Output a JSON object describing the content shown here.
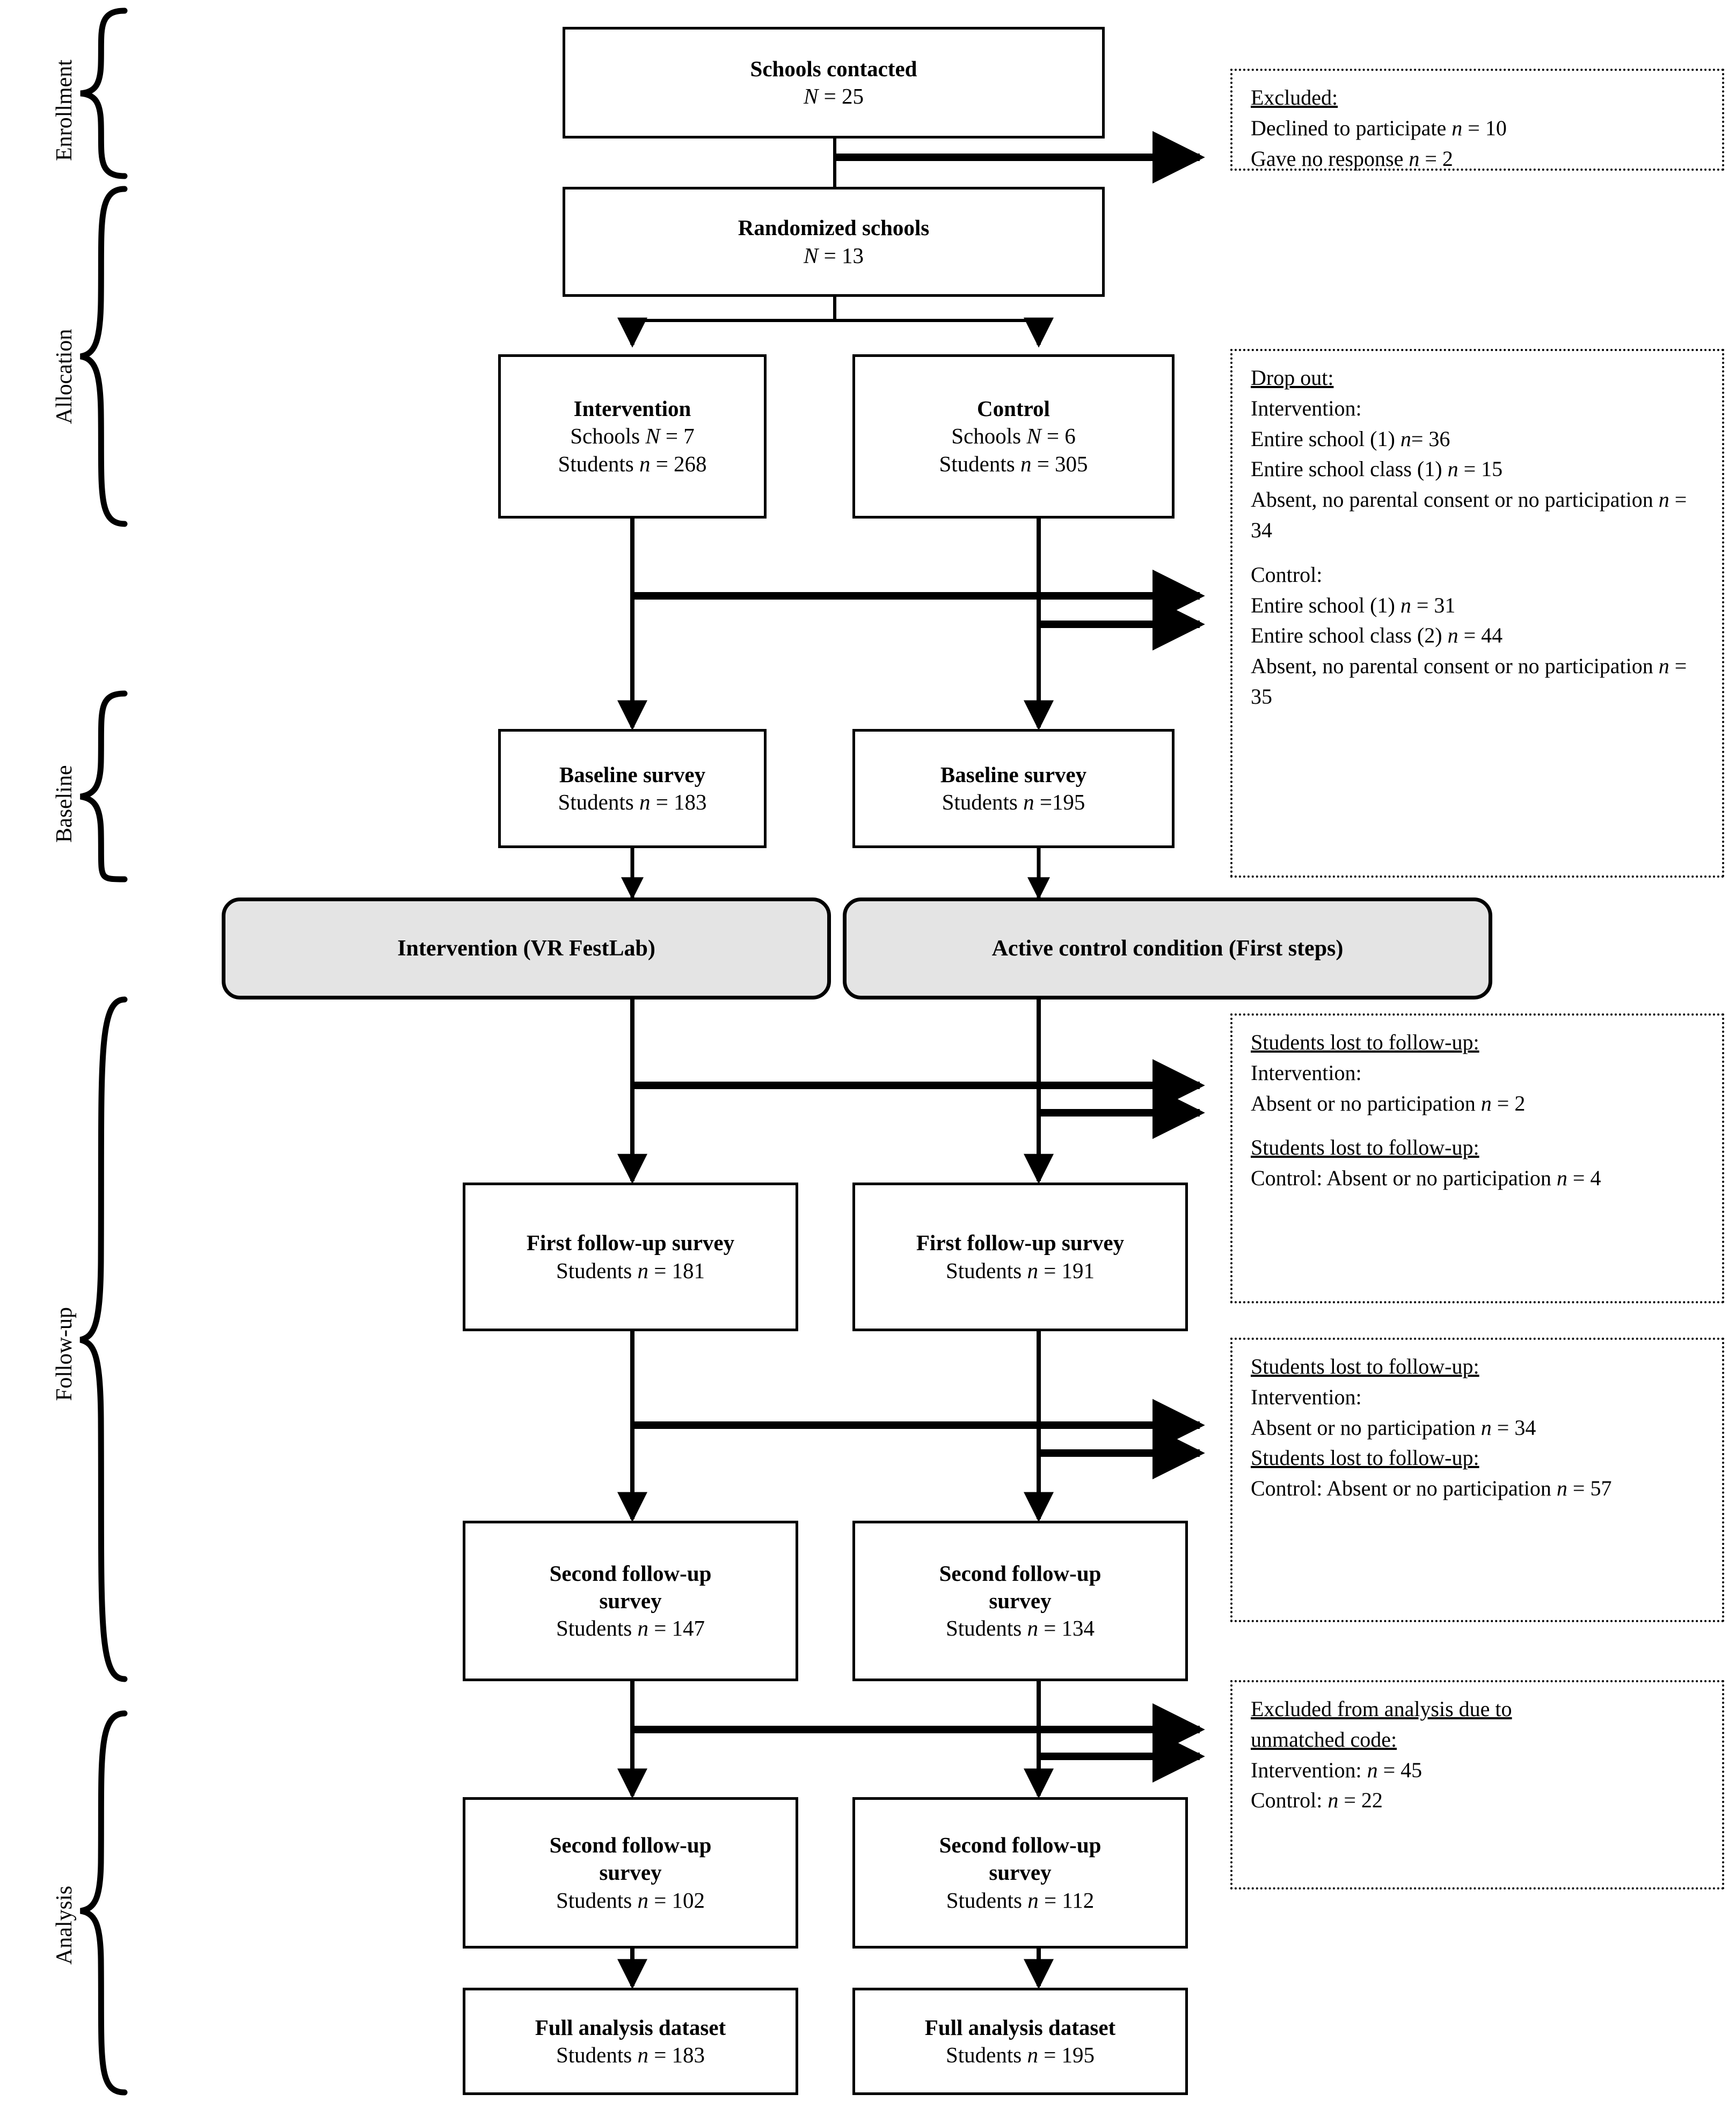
{
  "diagram": {
    "kind": "CONSORT participant flow diagram",
    "stages": [
      {
        "id": "enrollment",
        "label": "Enrollment"
      },
      {
        "id": "allocation",
        "label": "Allocation"
      },
      {
        "id": "baseline",
        "label": "Baseline"
      },
      {
        "id": "followup",
        "label": "Follow-up"
      },
      {
        "id": "analysis",
        "label": "Analysis"
      }
    ],
    "nodes": {
      "schools_contacted": {
        "title": "Schools contacted",
        "line2_label": "N",
        "line2_value": "= 25"
      },
      "randomized_schools": {
        "title": "Randomized schools",
        "line2_label": "N",
        "line2_value": "= 13"
      },
      "intervention_alloc": {
        "title": "Intervention",
        "line2_pre": "Schools ",
        "line2_label": "N",
        "line2_value": "= 7",
        "line3_pre": "Students ",
        "line3_label": "n",
        "line3_value": "= 268"
      },
      "control_alloc": {
        "title": "Control",
        "line2_pre": "Schools ",
        "line2_label": "N",
        "line2_value": "= 6",
        "line3_pre": "Students ",
        "line3_label": "n",
        "line3_value": "= 305"
      },
      "baseline_int": {
        "title": "Baseline survey",
        "line2_pre": "Students ",
        "line2_label": "n",
        "line2_value": "= 183"
      },
      "baseline_ctl": {
        "title": "Baseline survey",
        "line2_pre": "Students ",
        "line2_label": "n",
        "line2_value": "=195"
      },
      "intervention_vr": {
        "title": "Intervention (VR FestLab)"
      },
      "active_control": {
        "title": "Active control condition (First steps)"
      },
      "fu1_int": {
        "title": "First follow-up survey",
        "line2_pre": "Students ",
        "line2_label": "n",
        "line2_value": "= 181"
      },
      "fu1_ctl": {
        "title": "First follow-up survey",
        "line2_pre": "Students ",
        "line2_label": "n",
        "line2_value": "= 191"
      },
      "fu2_int": {
        "title": "Second follow-up",
        "title2": "survey",
        "line2_pre": "Students ",
        "line2_label": "n",
        "line2_value": "= 147"
      },
      "fu2_ctl": {
        "title": "Second follow-up",
        "title2": "survey",
        "line2_pre": "Students ",
        "line2_label": "n",
        "line2_value": "= 134"
      },
      "fu2b_int": {
        "title": "Second follow-up",
        "title2": "survey",
        "line2_pre": "Students ",
        "line2_label": "n",
        "line2_value": "= 102"
      },
      "fu2b_ctl": {
        "title": "Second follow-up",
        "title2": "survey",
        "line2_pre": "Students ",
        "line2_label": "n",
        "line2_value": "= 112"
      },
      "fad_int": {
        "title": "Full analysis dataset",
        "line2_pre": "Students ",
        "line2_label": "n",
        "line2_value": "= 183"
      },
      "fad_ctl": {
        "title": "Full analysis dataset",
        "line2_pre": "Students ",
        "line2_label": "n",
        "line2_value": "= 195"
      }
    },
    "sideboxes": {
      "excluded": {
        "heading": "Excluded:",
        "lines": [
          "Declined to participate n = 10",
          "Gave no response n = 2"
        ]
      },
      "dropout": {
        "heading": "Drop out:",
        "lines": [
          "Intervention:",
          "Entire school (1) n= 36",
          "Entire school class (1) n = 15",
          "Absent, no parental consent or no participation n = 34",
          "",
          "Control:",
          "Entire school (1) n = 31",
          "Entire school class (2) n = 44",
          "Absent, no parental consent or no participation n = 35"
        ]
      },
      "lost_fu1": {
        "heading": "Students lost to follow-up:",
        "lines": [
          "Intervention:",
          "Absent or no participation n = 2"
        ],
        "heading2": "Students lost to follow-up:",
        "lines2": [
          "Control: Absent or no participation n = 4"
        ]
      },
      "lost_fu2": {
        "heading": "Students lost to follow-up:",
        "lines": [
          "Intervention:",
          "Absent or no participation n = 34"
        ],
        "heading2": "Students lost to follow-up:",
        "lines2": [
          "Control: Absent or no participation n = 57"
        ]
      },
      "excluded_analysis": {
        "heading": "Excluded from analysis due to",
        "heading_line2": "unmatched code:",
        "lines": [
          "Intervention: n = 45",
          "Control: n = 22"
        ]
      }
    },
    "colors": {
      "stroke": "#000000",
      "shaded_fill": "#e4e4e4",
      "page_bg": "#ffffff"
    }
  }
}
